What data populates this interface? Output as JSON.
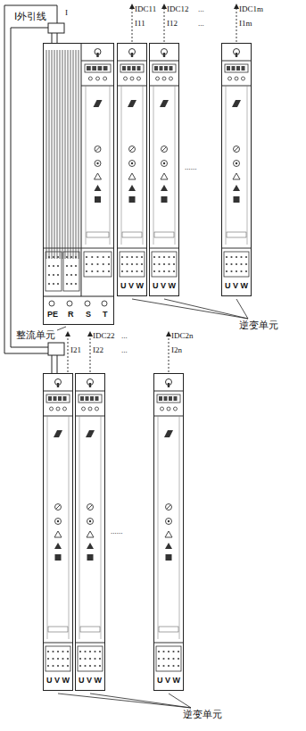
{
  "diagram": {
    "nodes": [
      {
        "text": [
          "PE",
          "R",
          "S",
          "T"
        ]
      },
      {
        "text": [
          "U V W"
        ]
      },
      {
        "text": [
          "U V W"
        ]
      },
      {
        "text": [
          "U V W"
        ]
      },
      {
        "text": [
          "U V W"
        ]
      },
      {
        "text": [
          "U V W"
        ]
      },
      {
        "text": [
          "U V W"
        ]
      }
    ],
    "edges": [
      {
        "from": 0,
        "to": 4,
        "arrow": "none"
      }
    ],
    "labels": [
      "I外引线",
      "I",
      "IDC11",
      "IDC12",
      "...",
      "IDC1m",
      "I11",
      "I12",
      "...",
      "I1m",
      "......",
      "整流单元",
      "逆变单元",
      "IDC22",
      "...",
      "IDC2n",
      "I21",
      "I22",
      "...",
      "I2n",
      "......",
      "逆变单元"
    ]
  }
}
